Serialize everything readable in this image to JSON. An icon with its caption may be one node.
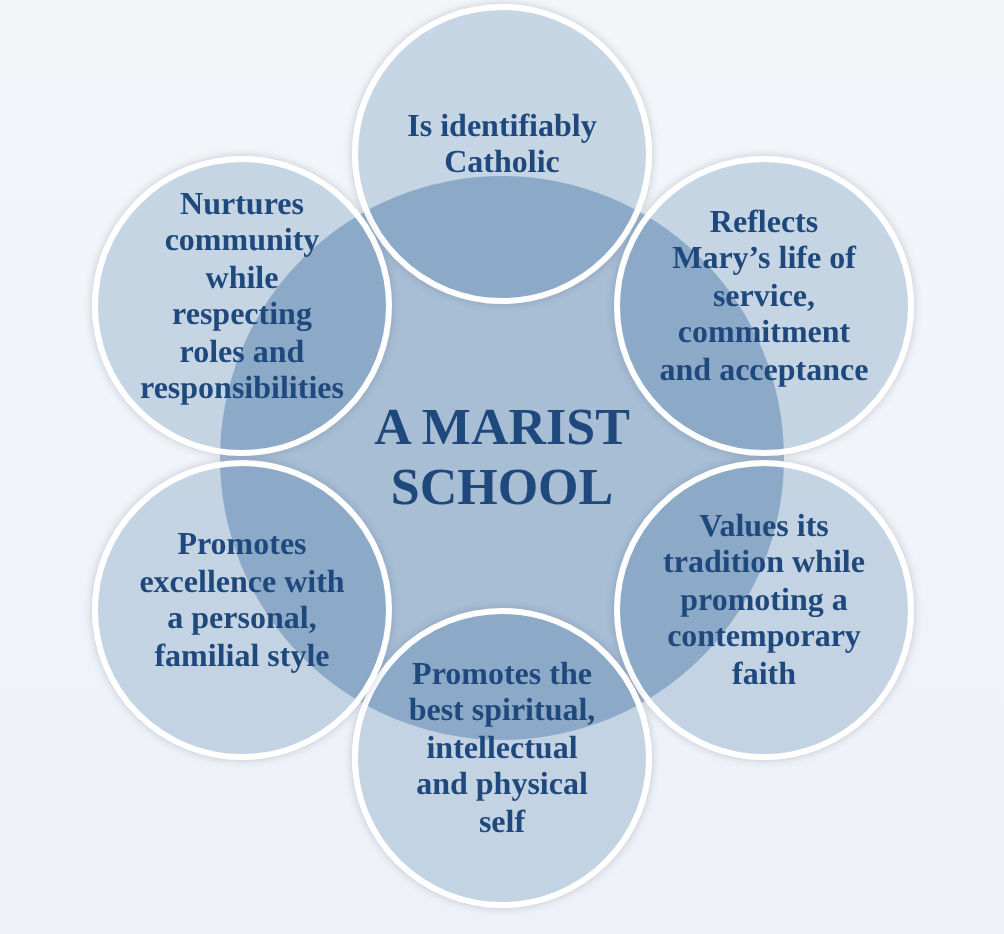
{
  "diagram": {
    "nodes": [
      {
        "text": [
          "A MARIST SCHOOL"
        ]
      },
      {
        "text": [
          "Is identifiably Catholic"
        ]
      },
      {
        "text": [
          "Reflects Mary’s life of service, commitment and acceptance"
        ]
      },
      {
        "text": [
          "Values its tradition while promoting a contemporary faith"
        ]
      },
      {
        "text": [
          "Promotes the best spiritual, intellectual and physical self"
        ]
      },
      {
        "text": [
          "Promotes excellence with a personal, familial style"
        ]
      },
      {
        "text": [
          "Nurtures community while respecting roles and responsibilities"
        ]
      }
    ]
  }
}
